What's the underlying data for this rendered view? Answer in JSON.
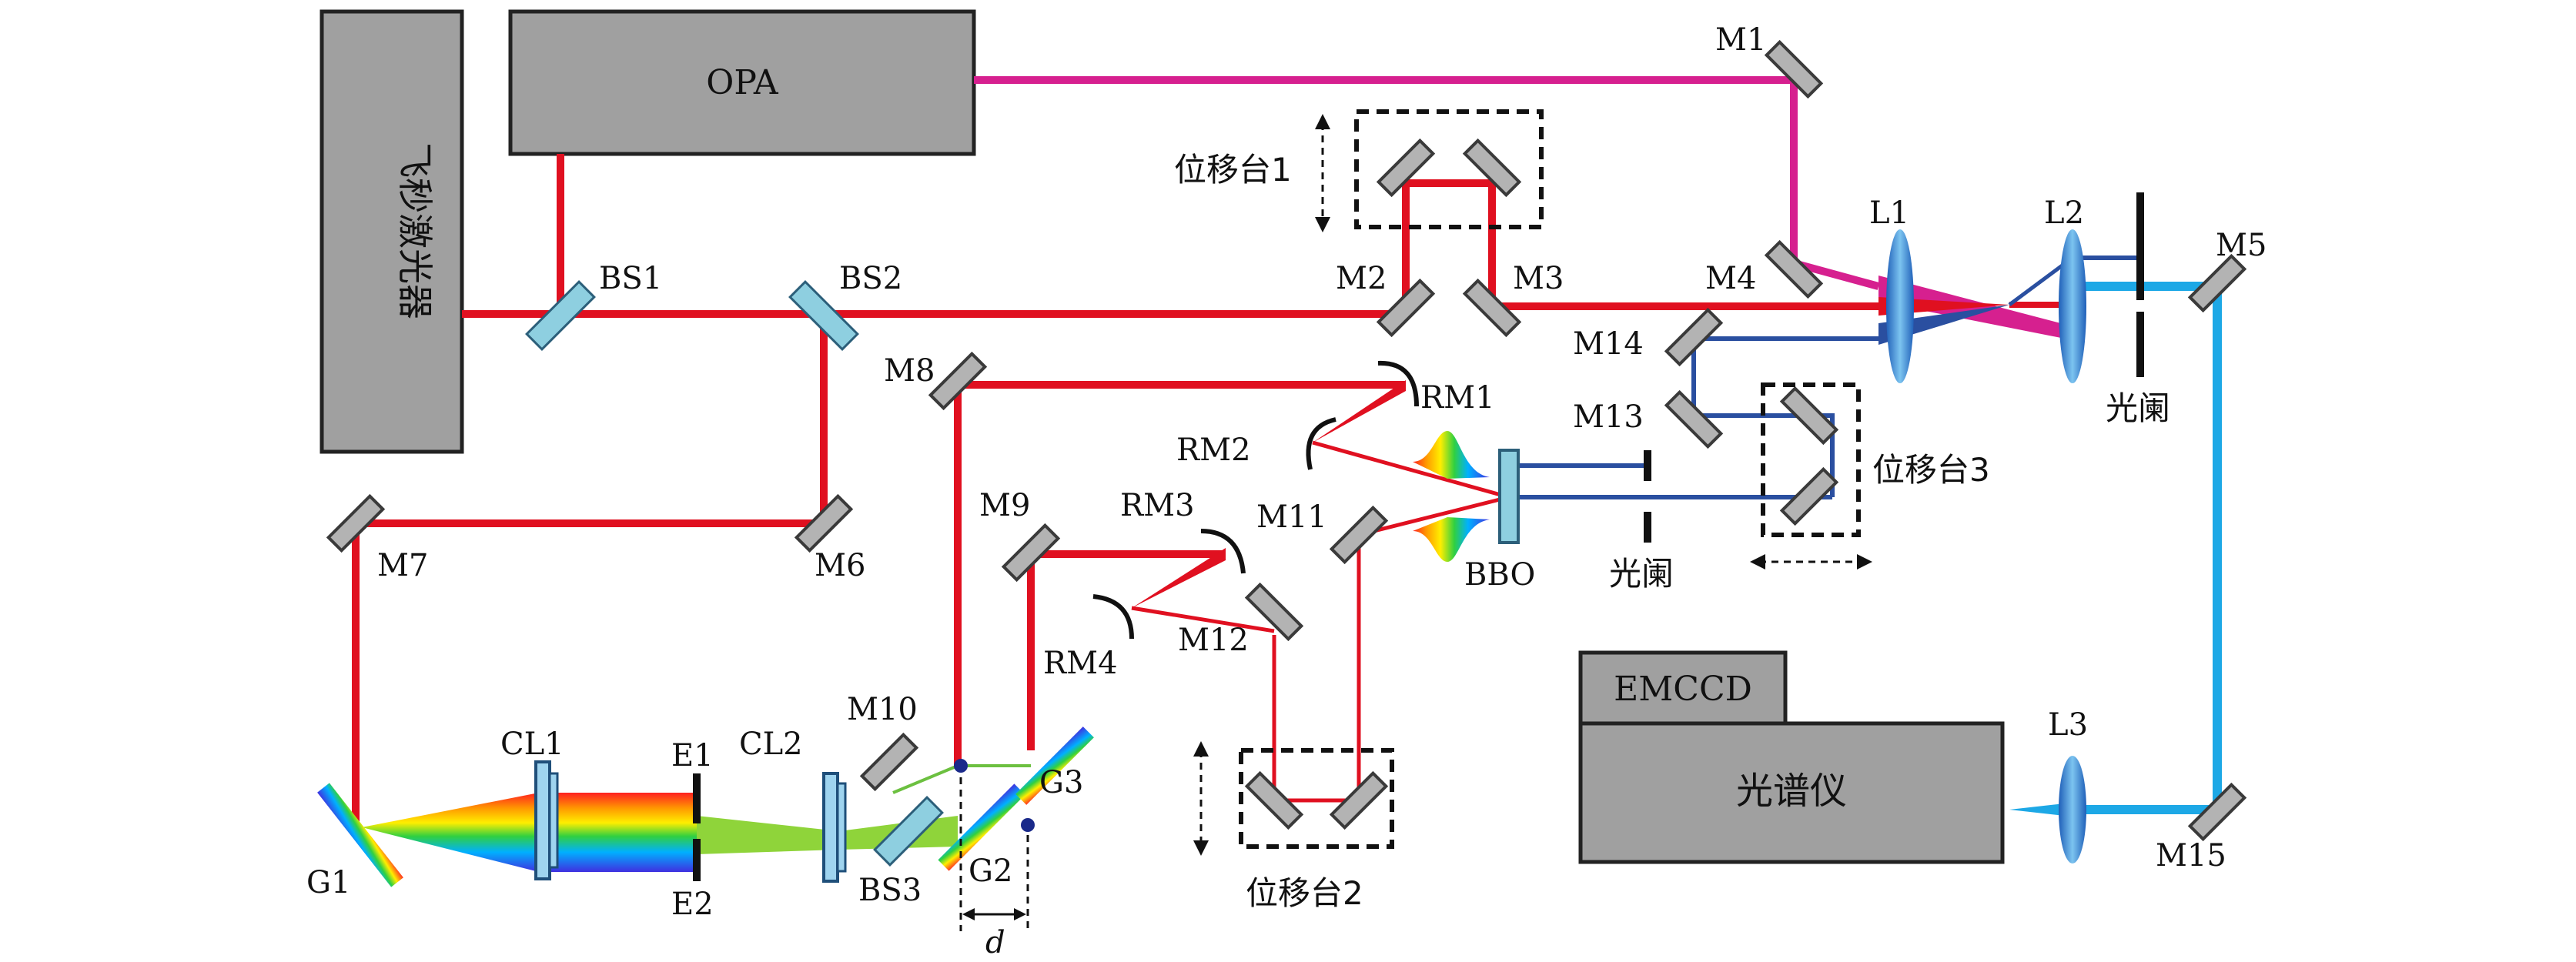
{
  "devices": {
    "laser": "飞秒激光器",
    "opa": "OPA",
    "emccd": "EMCCD",
    "spectrometer": "光谱仪"
  },
  "labels": {
    "M1": "M1",
    "M2": "M2",
    "M3": "M3",
    "M4": "M4",
    "M5": "M5",
    "M6": "M6",
    "M7": "M7",
    "M8": "M8",
    "M9": "M9",
    "M10": "M10",
    "M11": "M11",
    "M12": "M12",
    "M13": "M13",
    "M14": "M14",
    "M15": "M15",
    "BS1": "BS1",
    "BS2": "BS2",
    "BS3": "BS3",
    "L1": "L1",
    "L2": "L2",
    "L3": "L3",
    "RM1": "RM1",
    "RM2": "RM2",
    "RM3": "RM3",
    "RM4": "RM4",
    "G1": "G1",
    "G2": "G2",
    "G3": "G3",
    "CL1": "CL1",
    "CL2": "CL2",
    "E1": "E1",
    "E2": "E2",
    "BBO": "BBO",
    "stage1": "位移台1",
    "stage2": "位移台2",
    "stage3": "位移台3",
    "aperture_top": "光阑",
    "aperture_bottom": "光阑",
    "d": "d"
  },
  "colors": {
    "fundamental_beam": "#e01020",
    "opa_beam": "#d6208f",
    "probe_beam": "#2a4fa0",
    "signal_beam": "#1da8e6",
    "mirror": "#b3b3b3",
    "beamsplitter": "#8ecfe0",
    "device_box": "#a0a0a0"
  }
}
